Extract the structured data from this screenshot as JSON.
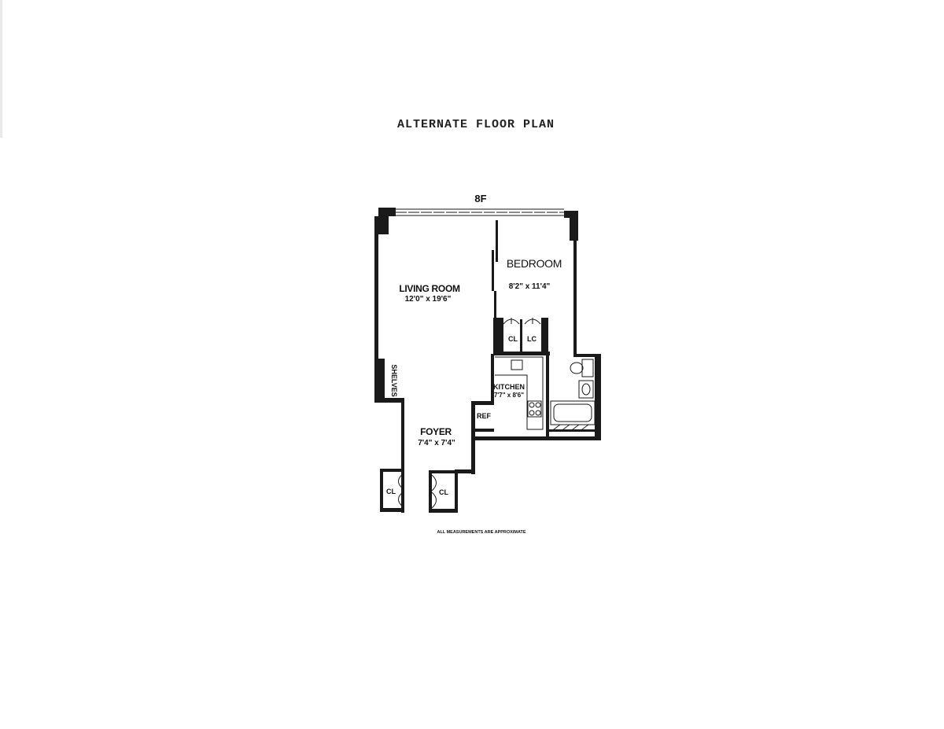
{
  "title": "ALTERNATE FLOOR PLAN",
  "floor_label": "8F",
  "rooms": {
    "living_room": {
      "name": "LIVING ROOM",
      "dims": "12'0\" x 19'6\""
    },
    "bedroom": {
      "name": "BEDROOM",
      "dims": "8'2\" x 11'4\""
    },
    "kitchen": {
      "name": "KITCHEN",
      "dims": "7'7\" x 8'6\""
    },
    "foyer": {
      "name": "FOYER",
      "dims": "7'4\" x 7'4\""
    }
  },
  "fixtures": {
    "shelves": "SHELVES",
    "ref": "REF",
    "bedroom_closet": "CL",
    "linen_closet": "LC",
    "foyer_closet_left": "CL",
    "foyer_closet_right": "CL"
  },
  "footnote": "ALL MEASUREMENTS ARE APPROXIMATE"
}
